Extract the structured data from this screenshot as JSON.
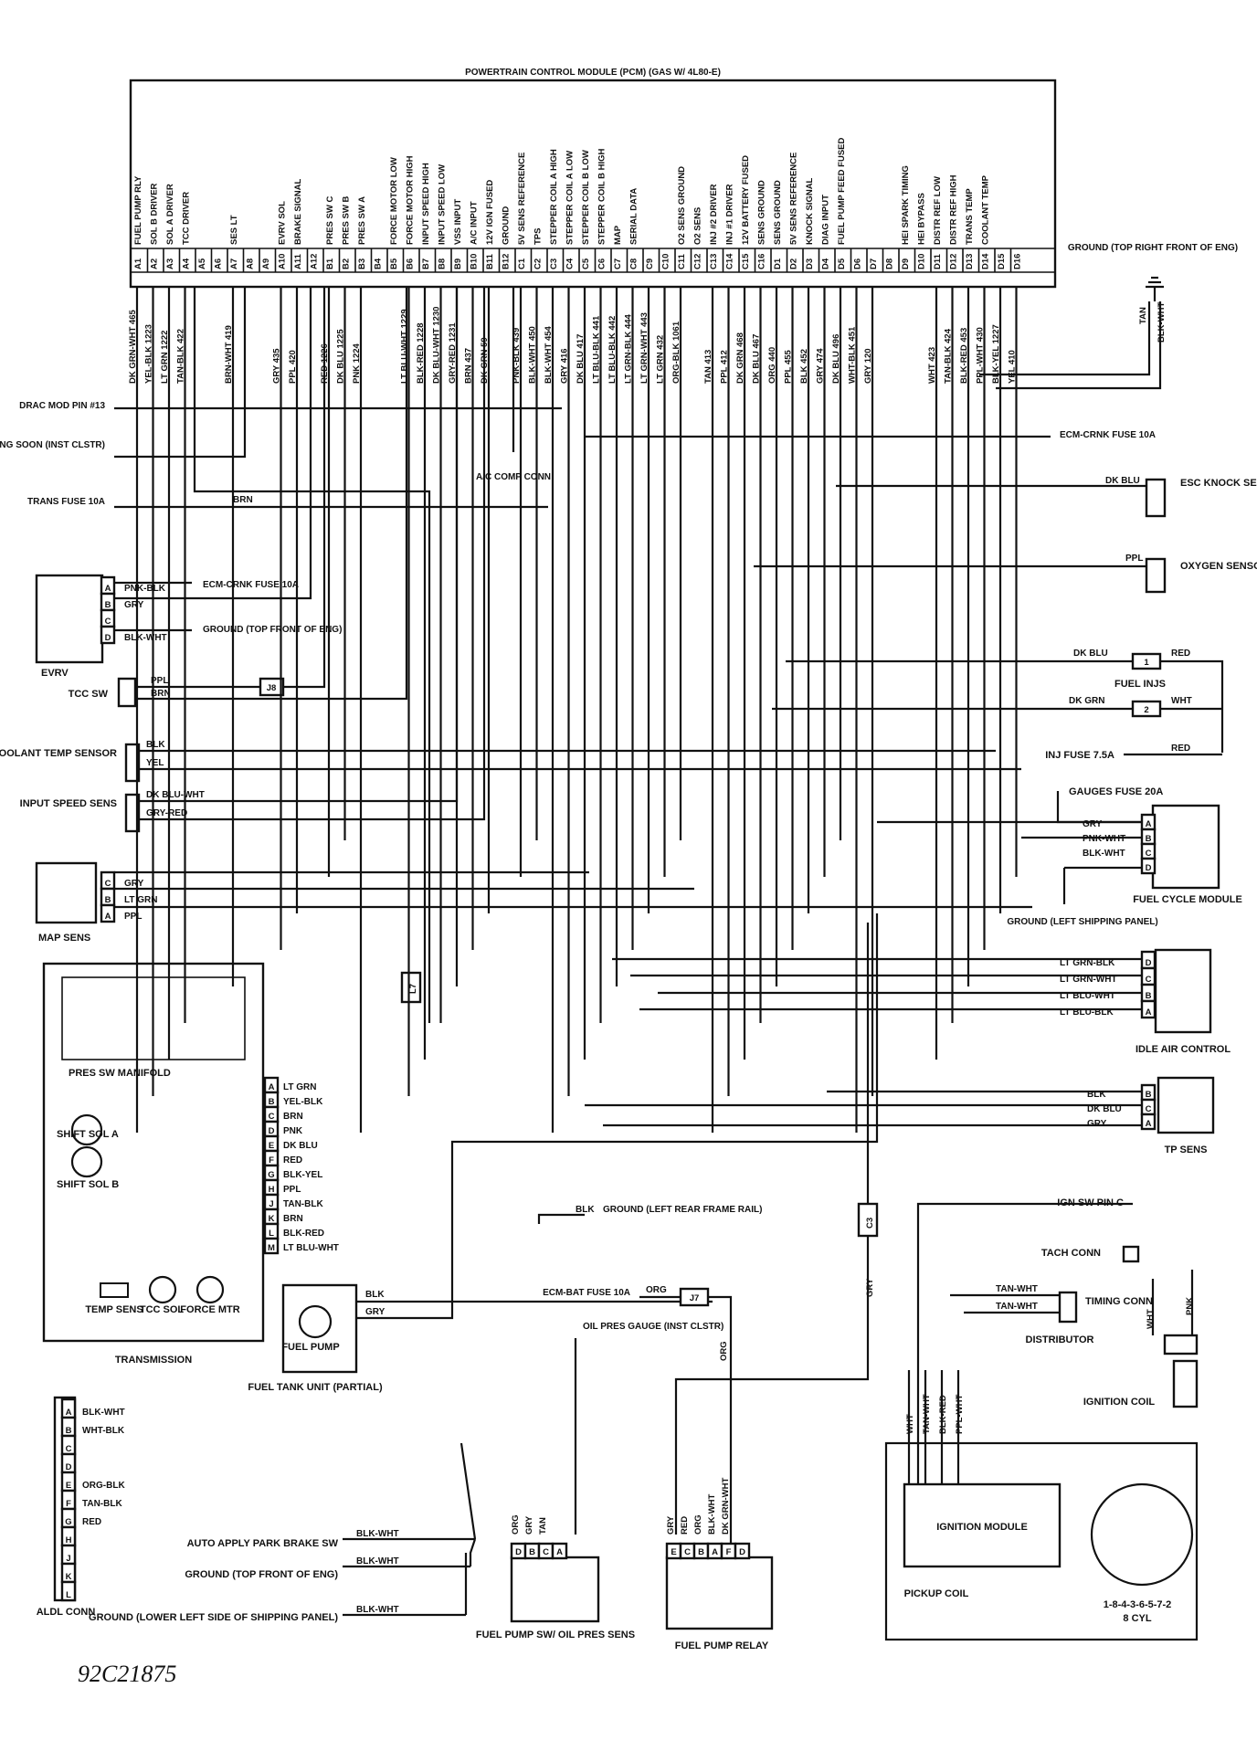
{
  "pcm": {
    "title": "POWERTRAIN CONTROL MODULE (PCM) (GAS W/ 4L80-E)",
    "functions": [
      "FUEL PUMP RLY",
      "SOL B DRIVER",
      "SOL A DRIVER",
      "TCC DRIVER",
      "",
      "",
      "SES LT",
      "",
      "",
      "EVRV SOL",
      "BRAKE SIGNAL",
      "",
      "PRES SW C",
      "PRES SW B",
      "PRES SW A",
      "",
      "FORCE MOTOR LOW",
      "FORCE MOTOR HIGH",
      "INPUT SPEED HIGH",
      "INPUT SPEED LOW",
      "VSS INPUT",
      "A/C INPUT",
      "12V IGN FUSED",
      "GROUND",
      "5V SENS REFERENCE",
      "TPS",
      "STEPPER COIL A HIGH",
      "STEPPER COIL A LOW",
      "STEPPER COIL B LOW",
      "STEPPER COIL B HIGH",
      "MAP",
      "SERIAL DATA",
      "",
      "",
      "O2 SENS GROUND",
      "O2 SENS",
      "INJ #2 DRIVER",
      "INJ #1 DRIVER",
      "12V BATTERY FUSED",
      "SENS GROUND",
      "SENS GROUND",
      "5V SENS REFERENCE",
      "KNOCK SIGNAL",
      "DIAG INPUT",
      "FUEL PUMP FEED FUSED",
      "",
      "",
      "",
      "HEI SPARK TIMING",
      "HEI BYPASS",
      "DISTR REF LOW",
      "DISTR REF HIGH",
      "TRANS TEMP",
      "COOLANT TEMP"
    ],
    "pins": [
      "A1",
      "A2",
      "A3",
      "A4",
      "A5",
      "A6",
      "A7",
      "A8",
      "A9",
      "A10",
      "A11",
      "A12",
      "B1",
      "B2",
      "B3",
      "B4",
      "B5",
      "B6",
      "B7",
      "B8",
      "B9",
      "B10",
      "B11",
      "B12",
      "C1",
      "C2",
      "C3",
      "C4",
      "C5",
      "C6",
      "C7",
      "C8",
      "C9",
      "C10",
      "C11",
      "C12",
      "C13",
      "C14",
      "C15",
      "C16",
      "D1",
      "D2",
      "D3",
      "D4",
      "D5",
      "D6",
      "D7",
      "D8",
      "D9",
      "D10",
      "D11",
      "D12",
      "D13",
      "D14",
      "D15",
      "D16"
    ],
    "wires": [
      "DK GRN-WHT 465",
      "YEL-BLK 1223",
      "LT GRN 1222",
      "TAN-BLK 422",
      "BRN-WHT 419",
      "GRY 435",
      "PPL 420",
      "RED 1226",
      "DK BLU 1225",
      "PNK 1224",
      "LT BLU-WHT 1229",
      "BLK-RED 1228",
      "DK BLU-WHT 1230",
      "GRY-RED 1231",
      "BRN 437",
      "DK GRN 59",
      "PNK-BLK 439",
      "BLK-WHT 450",
      "BLK-WHT 454",
      "GRY 416",
      "DK BLU 417",
      "LT BLU-BLK 441",
      "LT BLU-BLK 442",
      "LT GRN-BLK 444",
      "LT GRN-WHT 443",
      "LT GRN 432",
      "ORG-BLK 1061",
      "TAN 413",
      "PPL 412",
      "DK GRN 468",
      "DK BLU 467",
      "ORG 440",
      "PPL 455",
      "BLK 452",
      "GRY 474",
      "DK BLU 496",
      "WHT-BLK 451",
      "GRY 120",
      "WHT 423",
      "TAN-BLK 424",
      "BLK-RED 453",
      "PPL-WHT 430",
      "BLK-YEL 1227",
      "YEL 410"
    ]
  },
  "left": {
    "drac": "DRAC MOD PIN #13",
    "ses": "SERVICE ENG SOON (INST CLSTR)",
    "trans_fuse": "TRANS FUSE 10A",
    "brn": "BRN",
    "ac_comp": "A/C COMP CONN",
    "evrv": {
      "name": "EVRV",
      "pins": [
        "A",
        "B",
        "C",
        "D"
      ],
      "wires": [
        "PNK-BLK",
        "GRY",
        "",
        "BLK-WHT"
      ],
      "dest1": "ECM-CRNK FUSE 10A",
      "dest2": "GROUND (TOP FRONT OF ENG)"
    },
    "tcc": {
      "name": "TCC SW",
      "w1": "PPL",
      "w2": "BRN",
      "j": "J8"
    },
    "coolant": {
      "name": "COOLANT TEMP SENSOR",
      "w1": "BLK",
      "w2": "YEL"
    },
    "input_speed": {
      "name": "INPUT SPEED SENS",
      "w1": "DK BLU-WHT",
      "w2": "GRY-RED"
    },
    "map": {
      "name": "MAP SENS",
      "pins": [
        "C",
        "B",
        "A"
      ],
      "wires": [
        "GRY",
        "LT GRN",
        "PPL"
      ]
    },
    "l7": "L7"
  },
  "transmission": {
    "manifold": "PRES SW MANIFOLD",
    "shift_a": "SHIFT SOL A",
    "shift_b": "SHIFT SOL B",
    "temp": "TEMP SENS",
    "tcc_sol": "TCC SOL",
    "force": "FORCE MTR",
    "name": "TRANSMISSION",
    "pins": [
      "A",
      "B",
      "C",
      "D",
      "E",
      "F",
      "G",
      "H",
      "J",
      "K",
      "L",
      "M"
    ],
    "wires": [
      "LT GRN",
      "YEL-BLK",
      "BRN",
      "PNK",
      "DK BLU",
      "RED",
      "BLK-YEL",
      "PPL",
      "TAN-BLK",
      "BRN",
      "BLK-RED",
      "LT BLU-WHT"
    ]
  },
  "fuel_tank": {
    "name": "FUEL TANK UNIT (PARTIAL)",
    "pump": "FUEL PUMP",
    "w1": "BLK",
    "w2": "GRY"
  },
  "ground_rear": {
    "wire": "BLK",
    "label": "GROUND (LEFT REAR FRAME RAIL)"
  },
  "ecm_bat": {
    "label": "ECM-BAT FUSE 10A",
    "wire": "ORG",
    "j": "J7"
  },
  "oil_gauge": "OIL PRES GAUGE (INST CLSTR)",
  "c3": "C3",
  "gry": "GRY",
  "org": "ORG",
  "aldl": {
    "name": "ALDL CONN",
    "pins": [
      "A",
      "B",
      "C",
      "D",
      "E",
      "F",
      "G",
      "H",
      "J",
      "K",
      "L"
    ],
    "wires": [
      "BLK-WHT",
      "WHT-BLK",
      "",
      "",
      "ORG-BLK",
      "TAN-BLK",
      "RED"
    ],
    "park": "AUTO APPLY PARK BRAKE SW",
    "gnd1": "GROUND (TOP FRONT OF ENG)",
    "gnd2": "GROUND (LOWER LEFT SIDE OF SHIPPING PANEL)",
    "bw": "BLK-WHT"
  },
  "pump_sw": {
    "name": "FUEL PUMP SW/ OIL PRES SENS",
    "pins": [
      "D",
      "B",
      "C",
      "A"
    ],
    "wires": [
      "ORG",
      "GRY",
      "TAN"
    ]
  },
  "pump_relay": {
    "name": "FUEL PUMP RELAY",
    "pins": [
      "E",
      "C",
      "B",
      "A",
      "F",
      "D"
    ],
    "wires": [
      "GRY",
      "RED",
      "ORG",
      "BLK-WHT",
      "DK GRN-WHT"
    ]
  },
  "right": {
    "ground_top": "GROUND (TOP RIGHT FRONT OF ENG)",
    "tan": "TAN",
    "blk_wht": "BLK-WHT",
    "ecm_crnk": "ECM-CRNK FUSE 10A",
    "esc": {
      "name": "ESC KNOCK SENSOR",
      "wire": "DK BLU"
    },
    "oxy": {
      "name": "OXYGEN SENSOR",
      "wire": "PPL"
    },
    "inj": {
      "name": "FUEL INJS",
      "w1": "DK BLU",
      "w2": "DK GRN",
      "r": "RED",
      "w": "WHT",
      "n1": "1",
      "n2": "2"
    },
    "inj_fuse": "INJ FUSE 7.5A",
    "red": "RED",
    "gauges": "GAUGES FUSE 20A",
    "fcm": {
      "name": "FUEL CYCLE MODULE",
      "pins": [
        "A",
        "B",
        "C",
        "D"
      ],
      "wires": [
        "GRY",
        "PNK-WHT",
        "BLK-WHT"
      ],
      "gnd": "GROUND (LEFT SHIPPING PANEL)"
    },
    "iac": {
      "name": "IDLE AIR CONTROL",
      "pins": [
        "D",
        "C",
        "B",
        "A"
      ],
      "wires": [
        "LT GRN-BLK",
        "LT GRN-WHT",
        "LT BLU-WHT",
        "LT BLU-BLK"
      ]
    },
    "tp": {
      "name": "TP SENS",
      "pins": [
        "B",
        "C",
        "A"
      ],
      "wires": [
        "BLK",
        "DK BLU",
        "GRY"
      ]
    },
    "ign_sw": "IGN SW PIN C",
    "tach": "TACH CONN",
    "timing": "TIMING CONN",
    "tw": [
      "TAN-WHT",
      "TAN-WHT"
    ],
    "distributor": "DISTRIBUTOR",
    "wht": "WHT",
    "pnk": "PNK",
    "coil": "IGNITION COIL",
    "module": "IGNITION MODULE",
    "mod_wires": [
      "WHT",
      "TAN-WHT",
      "BLK-RED",
      "PPL-WHT"
    ],
    "pickup": "PICKUP COIL",
    "firing": "1-8-4-3-6-5-7-2",
    "cyl": "8 CYL"
  },
  "figure_no": "92C21875"
}
